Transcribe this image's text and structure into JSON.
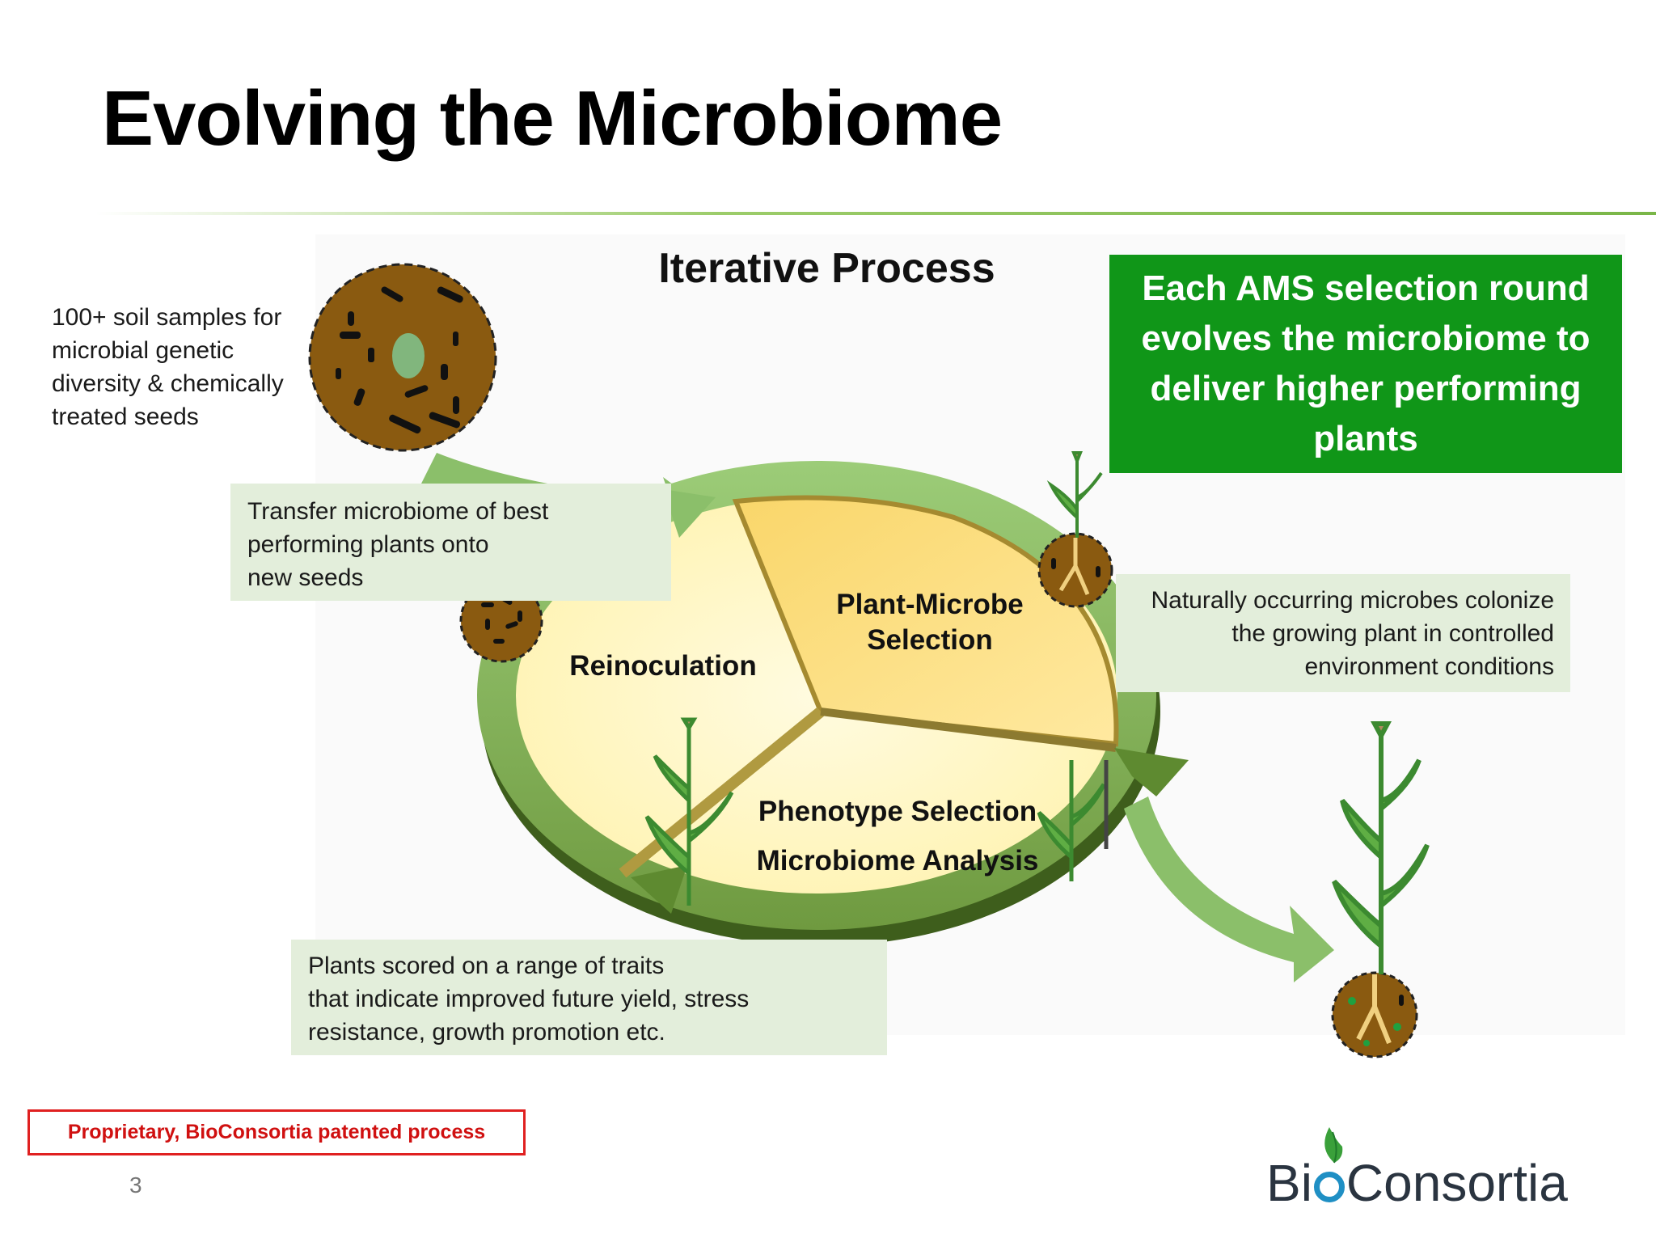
{
  "slide": {
    "title": "Evolving the Microbiome",
    "page_number": "3"
  },
  "diagram": {
    "heading": "Iterative Process",
    "segments": {
      "reinoculation": "Reinoculation",
      "plant_microbe_selection": [
        "Plant-Microbe",
        "Selection"
      ],
      "phenotype_selection": "Phenotype Selection",
      "microbiome_analysis": "Microbiome Analysis"
    },
    "notes": {
      "soil_samples": [
        "100+ soil samples for",
        "microbial genetic",
        "diversity & chemically",
        "treated seeds"
      ],
      "transfer": [
        "Transfer microbiome of best",
        "performing plants onto",
        "new seeds"
      ],
      "colonize": [
        "Naturally occurring microbes colonize",
        "the growing plant  in controlled",
        "environment conditions"
      ],
      "scored": [
        "Plants scored on a range of traits",
        "that indicate improved future yield, stress",
        "resistance, growth promotion etc."
      ]
    },
    "callout": [
      "Each AMS selection round",
      "evolves the microbiome to",
      "deliver higher performing",
      "plants"
    ]
  },
  "footer": {
    "proprietary": "Proprietary, BioConsortia patented process",
    "logo": {
      "part1": "Bi",
      "part2": "Consortia"
    }
  },
  "colors": {
    "callout_bg": "#109618",
    "arrow_green": "#8bbf6a",
    "ring_dark": "#5e8a30",
    "soil": "#8a5a10",
    "proprietary_red": "#e02020",
    "note_bg": "#e3eedb"
  }
}
